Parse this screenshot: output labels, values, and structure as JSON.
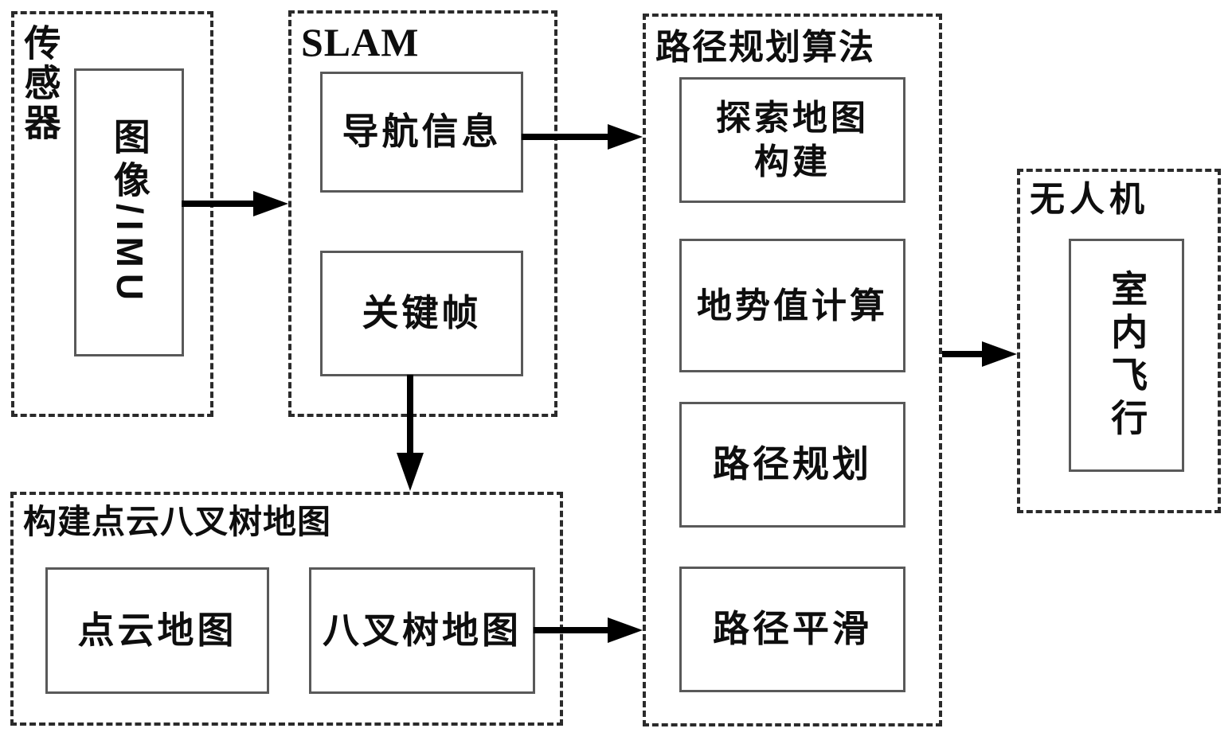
{
  "colors": {
    "background": "#ffffff",
    "dashed_border": "#2b2b2b",
    "solid_border": "#595959",
    "text": "#0e0e0e",
    "arrow": "#000000"
  },
  "containers": {
    "sensor": {
      "label": "传感器"
    },
    "slam": {
      "label": "SLAM"
    },
    "planning": {
      "label": "路径规划算法"
    },
    "uav": {
      "label": "无人机"
    },
    "octree_build": {
      "label": "构建点云八叉树地图"
    }
  },
  "nodes": {
    "image_imu": {
      "label": "图像/IMU"
    },
    "nav_info": {
      "label": "导航信息"
    },
    "keyframe": {
      "label": "关键帧"
    },
    "explore_map": {
      "line1": "探索地图",
      "line2": "构建"
    },
    "terrain_value": {
      "label": "地势值计算"
    },
    "path_planning": {
      "label": "路径规划"
    },
    "path_smoothing": {
      "label": "路径平滑"
    },
    "pointcloud_map": {
      "label": "点云地图"
    },
    "octree_map": {
      "label": "八叉树地图"
    },
    "indoor_flight": {
      "label": "室内飞行"
    }
  },
  "edges": [
    {
      "from": "图像/IMU",
      "to": "SLAM"
    },
    {
      "from": "导航信息",
      "to": "路径规划算法"
    },
    {
      "from": "关键帧",
      "to": "构建点云八叉树地图"
    },
    {
      "from": "八叉树地图",
      "to": "路径平滑"
    },
    {
      "from": "路径规划算法",
      "to": "无人机"
    }
  ]
}
